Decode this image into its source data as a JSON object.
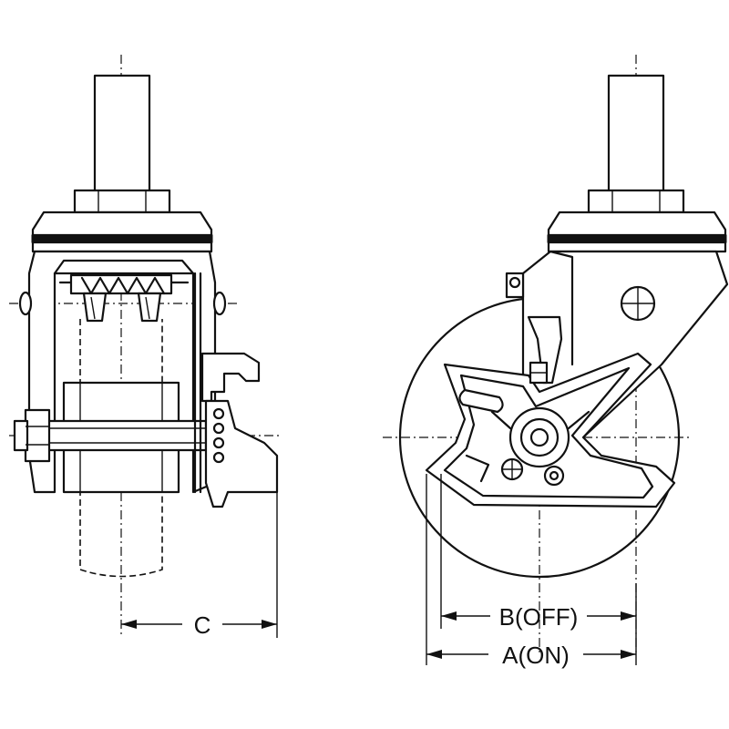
{
  "dimensions": {
    "c": "C",
    "b_off": "B(OFF)",
    "a_on": "A(ON)"
  }
}
